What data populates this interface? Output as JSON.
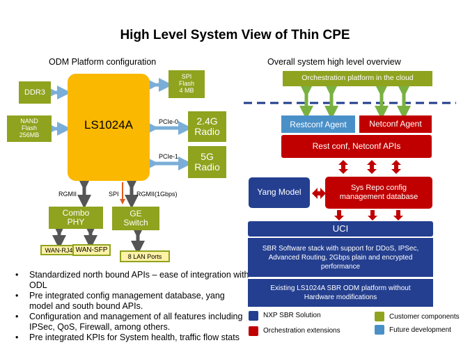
{
  "title": "High Level System View of Thin CPE",
  "left": {
    "heading": "ODM Platform  configuration",
    "chip": "LS1024A",
    "ddr3": "DDR3",
    "nand": [
      "NAND",
      "Flash",
      "256MB"
    ],
    "spi_flash": [
      "SPI",
      "Flash",
      "4 MB"
    ],
    "radio24": [
      "2.4G",
      "Radio"
    ],
    "radio5": [
      "5G",
      "Radio"
    ],
    "pcie0": "PCIe-0",
    "pcie1": "PCIe-1",
    "rgmii": "RGMII",
    "spi": "SPI",
    "rgmii_gbps": "RGMII(1Gbps)",
    "combo_phy": [
      "Combo",
      "PHY"
    ],
    "ge_switch": [
      "GE",
      "Switch"
    ],
    "wan_rj45": "WAN-RJ45",
    "wan_sfp": "WAN-SFP",
    "lan_ports": "8 LAN Ports"
  },
  "right": {
    "heading": "Overall system high level overview",
    "cloud": "Orchestration platform in the cloud",
    "restconf_agent": "Restconf Agent",
    "netconf_agent": "Netconf Agent",
    "apis": "Rest conf, Netconf APIs",
    "yang": "Yang Model",
    "sysrepo": [
      "Sys Repo config",
      "management database"
    ],
    "uci": "UCI",
    "sbr_stack": [
      "SBR Software stack with support for DDoS, IPSec,",
      "Advanced Routing, 2Gbps plain and encrypted",
      "performance"
    ],
    "existing": [
      "Existing LS1024A SBR ODM platform without",
      "Hardware modifications"
    ]
  },
  "bullets": [
    "Standardized north bound APIs – ease of integration with ODL",
    "Pre integrated config management database, yang model and south bound APIs.",
    "Configuration and management of all features including IPSec, QoS, Firewall, among others.",
    "Pre integrated KPIs for System health, traffic flow stats"
  ],
  "legend": [
    {
      "label": "NXP SBR Solution",
      "color": "#243f8f"
    },
    {
      "label": "Orchestration extensions",
      "color": "#c00000"
    },
    {
      "label": "Customer components",
      "color": "#8fa31f"
    },
    {
      "label": "Future development",
      "color": "#4a90c8"
    }
  ],
  "colors": {
    "chip": "#fbb800",
    "arrow": "#7aaed8",
    "dashed": "#1f3a8a"
  }
}
